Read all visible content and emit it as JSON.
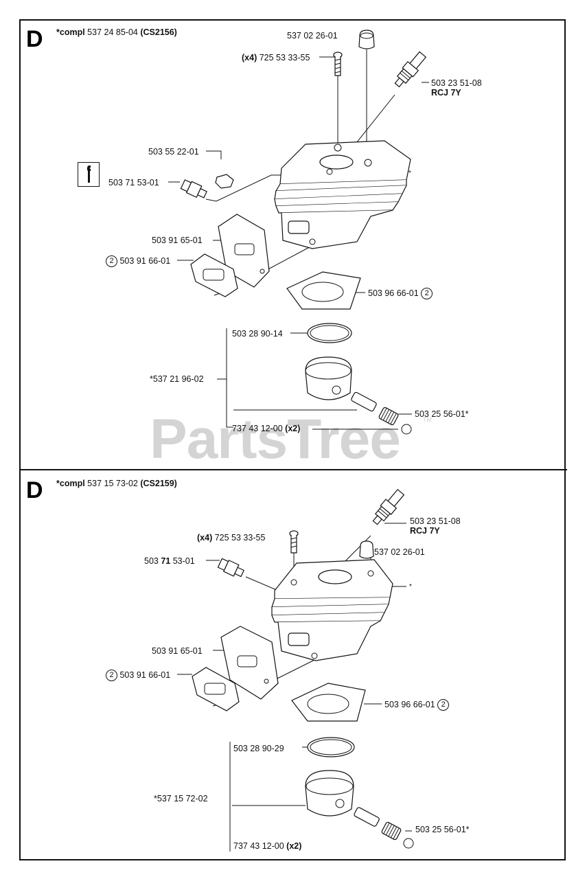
{
  "watermark": {
    "text": "PartsTree",
    "tm": "TM"
  },
  "sections": [
    {
      "letter": "D",
      "title_prefix": "*compl",
      "title_number": "537 24 85-04",
      "title_model": "(CS2156)",
      "labels": {
        "cap": "537 02 26-01",
        "screw_qty": "(x4)",
        "screw": "725 53 33-55",
        "plug": "503 23 51-08",
        "plug_type": "RCJ 7Y",
        "nut": "503 55 22-01",
        "valve": "503 71 53-01",
        "plate": "503 91 65-01",
        "gasket_circle": "2",
        "gasket": "503 91 66-01",
        "base_gasket": "503 96 66-01",
        "base_gasket_circle": "2",
        "ring": "503 28 90-14",
        "piston_assy": "*537 21 96-02",
        "bearing": "503 25 56-01*",
        "circlip": "737 43 12-00",
        "circlip_qty": "(x2)",
        "star": "*"
      }
    },
    {
      "letter": "D",
      "title_prefix": "*compl",
      "title_number": "537 15 73-02",
      "title_model": "(CS2159)",
      "labels": {
        "plug": "503 23 51-08",
        "plug_type": "RCJ 7Y",
        "screw_qty": "(x4)",
        "screw": "725 53 33-55",
        "cap": "537 02 26-01",
        "valve_a": "503",
        "valve_b": "71",
        "valve_c": "53-01",
        "star": "*",
        "plate": "503 91 65-01",
        "gasket_circle": "2",
        "gasket": "503 91 66-01",
        "base_gasket": "503 96 66-01",
        "base_gasket_circle": "2",
        "ring": "503 28 90-29",
        "piston_assy": "*537 15 72-02",
        "bearing": "503 25 56-01*",
        "circlip": "737 43 12-00",
        "circlip_qty": "(x2)"
      }
    }
  ]
}
